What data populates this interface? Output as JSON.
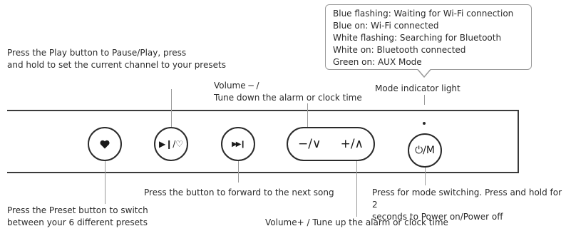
{
  "labels": {
    "play_desc": "Press the Play button to Pause/Play, press\n and hold to set the current channel to your presets",
    "volume_down_desc": "Volume − /\nTune down the alarm or clock time",
    "mode_indicator": "Mode indicator light",
    "next_desc": "Press the button to forward to the next song",
    "mode_desc": "Press for mode switching. Press and hold for 2\nseconds to Power on/Power off",
    "preset_desc": "Press the Preset button to switch\nbetween your 6 different presets",
    "volume_up_desc": "Volume+ / Tune up the alarm or clock time"
  },
  "indicator_legend": [
    "Blue flashing: Waiting for Wi-Fi connection",
    "Blue on: Wi-Fi connected",
    "White flashing: Searching for Bluetooth",
    "White on: Bluetooth connected",
    "Green on: AUX Mode"
  ],
  "buttons": {
    "preset_icon": "heart-icon",
    "play_pause_icon": "play-pause-heart-icon",
    "play_pause_glyph": "▶❙/♡",
    "next_icon": "skip-forward-icon",
    "next_glyph": "▶▶❙",
    "volume_down_glyph": "−/∨",
    "volume_up_glyph": "+/∧",
    "mode_glyph": "⏻/M"
  },
  "colors": {
    "stroke": "#2a2a2a",
    "leader": "#9a9a9a"
  }
}
